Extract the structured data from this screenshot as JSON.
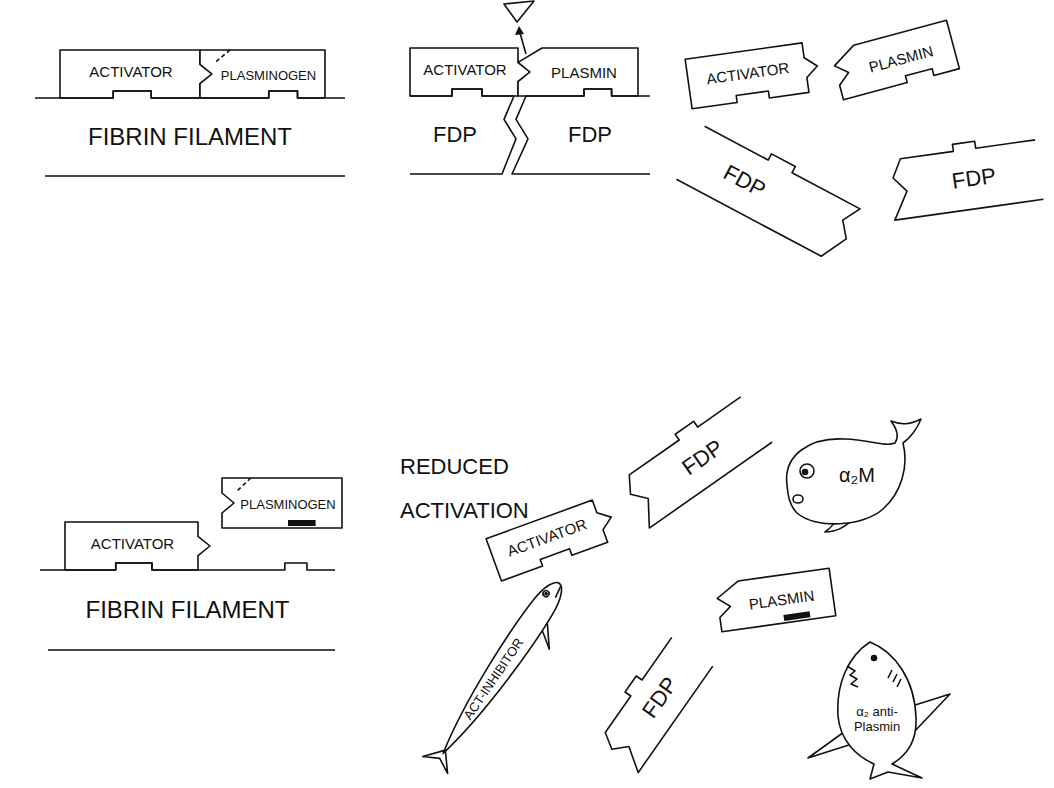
{
  "diagram": {
    "nodes": [
      {
        "text": [
          "ACTIVATOR"
        ]
      },
      {
        "text": [
          "PLASMINOGEN"
        ]
      },
      {
        "text": [
          "FIBRIN FILAMENT"
        ]
      },
      {
        "text": [
          "ACTIVATOR"
        ]
      },
      {
        "text": [
          "PLASMIN"
        ]
      },
      {
        "text": [
          "FDP"
        ]
      },
      {
        "text": [
          "FDP"
        ]
      },
      {
        "text": [
          "ACTIVATOR"
        ]
      },
      {
        "text": [
          "PLASMIN"
        ]
      },
      {
        "text": [
          "FDP"
        ]
      },
      {
        "text": [
          "FDP"
        ]
      },
      {
        "text": [
          "ACTIVATOR"
        ]
      },
      {
        "text": [
          "PLASMINOGEN"
        ]
      },
      {
        "text": [
          "FIBRIN FILAMENT"
        ]
      },
      {
        "text": [
          "FDP"
        ]
      },
      {
        "text": [
          "α₂M"
        ]
      },
      {
        "text": [
          "ACTIVATOR"
        ]
      },
      {
        "text": [
          "PLASMIN"
        ]
      },
      {
        "text": [
          "ACT-INHIBITOR"
        ]
      },
      {
        "text": [
          "FDP"
        ]
      },
      {
        "text": [
          "α₂ anti-Plasmin"
        ]
      }
    ],
    "labels": [
      "REDUCED ACTIVATION"
    ]
  }
}
